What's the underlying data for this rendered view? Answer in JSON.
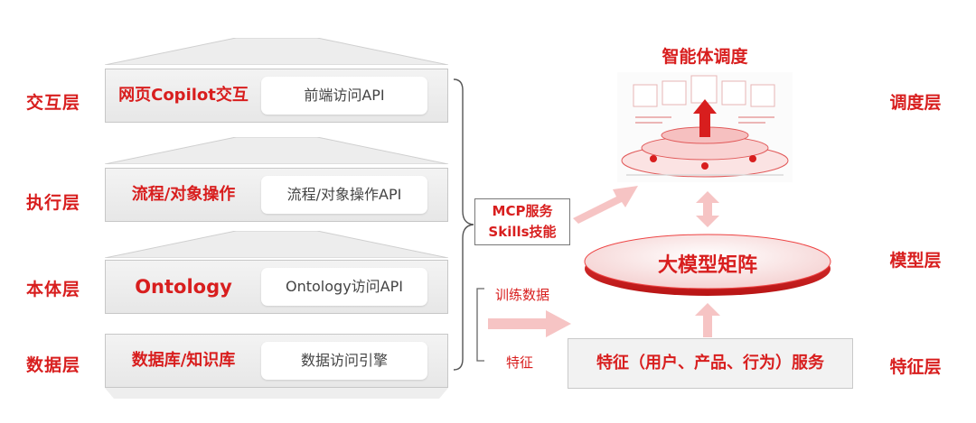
{
  "left_labels": [
    "交互层",
    "执行层",
    "本体层",
    "数据层"
  ],
  "layers": [
    {
      "name": "网页Copilot交互",
      "api": "前端访问API"
    },
    {
      "name": "流程/对象操作",
      "api": "流程/对象操作API"
    },
    {
      "name": "Ontology",
      "api": "Ontology访问API"
    },
    {
      "name": "数据库/知识库",
      "api": "数据访问引擎"
    }
  ],
  "middle": {
    "mcp_line1": "MCP服务",
    "mcp_line2": "Skills技能",
    "train_label": "训练数据",
    "feature_label": "特征"
  },
  "right": {
    "title": "智能体调度",
    "model_matrix": "大模型矩阵",
    "feature_service": "特征（用户、产品、行为）服务"
  },
  "right_labels": [
    "调度层",
    "模型层",
    "特征层"
  ],
  "colors": {
    "accent": "#d81e1e",
    "arrow": "#f6c4c4"
  }
}
